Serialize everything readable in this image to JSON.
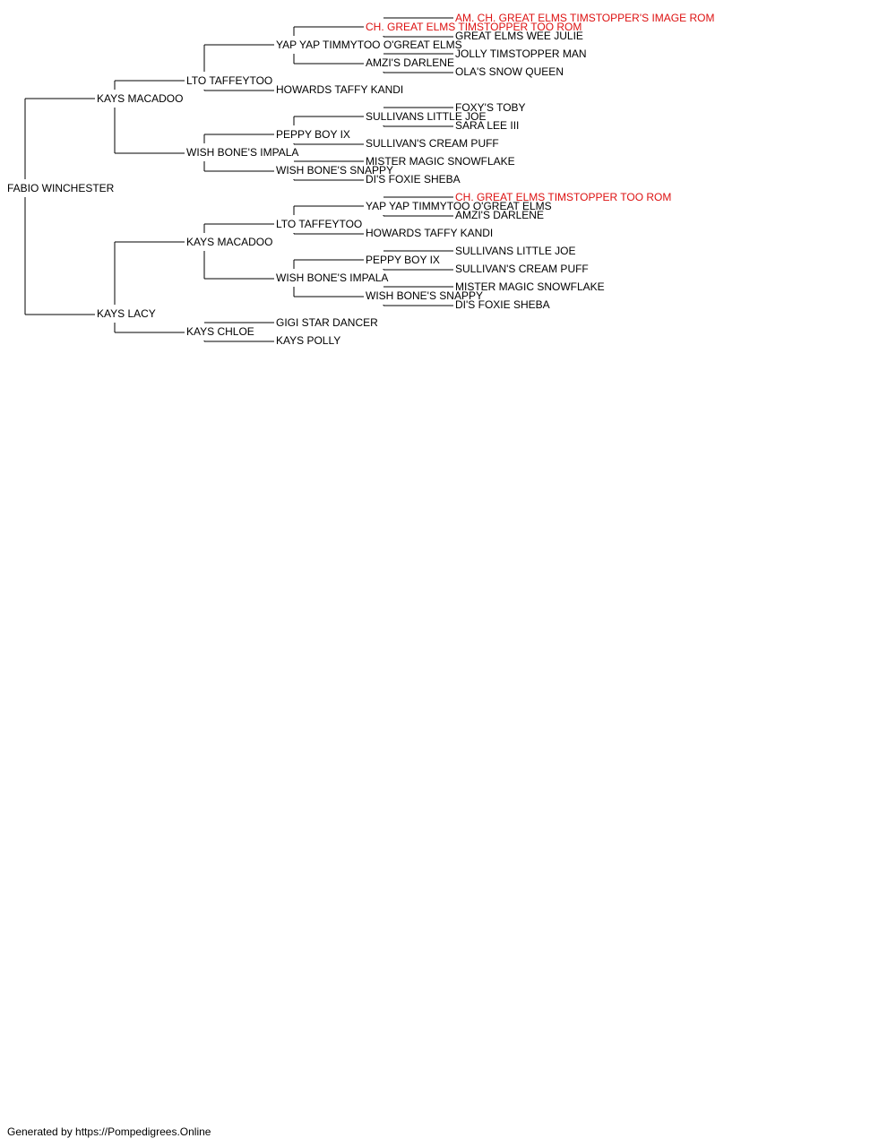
{
  "colors": {
    "text": "#000000",
    "highlight": "#dd1111",
    "line": "#000000"
  },
  "pedigree": {
    "name": "FABIO WINCHESTER",
    "sire": {
      "name": "KAYS MACADOO",
      "sire": {
        "name": "LTO TAFFEYTOO",
        "sire": {
          "name": "YAP YAP TIMMYTOO O'GREAT ELMS",
          "sire": {
            "name": "CH. GREAT ELMS TIMSTOPPER TOO ROM",
            "highlight": true,
            "sire": {
              "name": "AM. CH. GREAT ELMS TIMSTOPPER'S IMAGE ROM",
              "highlight": true
            },
            "dam": {
              "name": "GREAT ELMS WEE JULIE"
            }
          },
          "dam": {
            "name": "AMZI'S DARLENE",
            "sire": {
              "name": "JOLLY TIMSTOPPER MAN"
            },
            "dam": {
              "name": "OLA'S SNOW QUEEN"
            }
          }
        },
        "dam": {
          "name": "HOWARDS TAFFY KANDI"
        }
      },
      "dam": {
        "name": "WISH BONE'S IMPALA",
        "sire": {
          "name": "PEPPY BOY IX",
          "sire": {
            "name": "SULLIVANS LITTLE JOE",
            "sire": {
              "name": "FOXY'S TOBY"
            },
            "dam": {
              "name": "SARA LEE III"
            }
          },
          "dam": {
            "name": "SULLIVAN'S CREAM PUFF"
          }
        },
        "dam": {
          "name": "WISH BONE'S SNAPPY",
          "sire": {
            "name": "MISTER MAGIC SNOWFLAKE"
          },
          "dam": {
            "name": "DI'S FOXIE SHEBA"
          }
        }
      }
    },
    "dam": {
      "name": "KAYS LACY",
      "sire": {
        "name": "KAYS MACADOO",
        "sire": {
          "name": "LTO TAFFEYTOO",
          "sire": {
            "name": "YAP YAP TIMMYTOO O'GREAT ELMS",
            "sire": {
              "name": "CH. GREAT ELMS TIMSTOPPER TOO ROM",
              "highlight": true
            },
            "dam": {
              "name": "AMZI'S DARLENE"
            }
          },
          "dam": {
            "name": "HOWARDS TAFFY KANDI"
          }
        },
        "dam": {
          "name": "WISH BONE'S IMPALA",
          "sire": {
            "name": "PEPPY BOY IX",
            "sire": {
              "name": "SULLIVANS LITTLE JOE"
            },
            "dam": {
              "name": "SULLIVAN'S CREAM PUFF"
            }
          },
          "dam": {
            "name": "WISH BONE'S SNAPPY",
            "sire": {
              "name": "MISTER MAGIC SNOWFLAKE"
            },
            "dam": {
              "name": "DI'S FOXIE SHEBA"
            }
          }
        }
      },
      "dam": {
        "name": "KAYS CHLOE",
        "sire": {
          "name": "GIGI STAR DANCER"
        },
        "dam": {
          "name": "KAYS POLLY"
        }
      }
    }
  },
  "footer": "Generated by https://Pompedigrees.Online"
}
